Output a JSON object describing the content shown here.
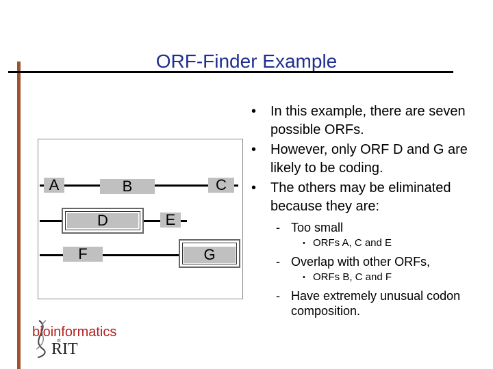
{
  "slide": {
    "title": "ORF-Finder Example"
  },
  "diagram": {
    "orfs": [
      "A",
      "B",
      "C",
      "D",
      "E",
      "F",
      "G"
    ]
  },
  "bullets": [
    "In this example, there are seven possible ORFs.",
    "However, only ORF D and G are likely to be coding.",
    "The others may be eliminated because they are:"
  ],
  "subitems": [
    {
      "dash": "Too small",
      "detail": "ORFs A, C and E"
    },
    {
      "dash": "Overlap with other ORFs,",
      "detail": "ORFs B, C and F"
    },
    {
      "dash": "Have extremely unusual codon composition."
    }
  ],
  "logo": {
    "word": "bioinformatics",
    "at": "at",
    "org": "RIT"
  },
  "colors": {
    "title": "#1f2f8f",
    "accent_bar": "#a0522d",
    "logo_red": "#b22222"
  }
}
